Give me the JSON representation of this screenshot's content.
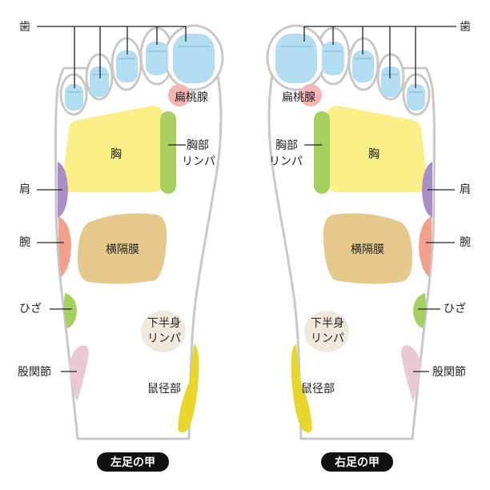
{
  "labels": {
    "teeth": "歯",
    "tonsil": "扁桃腺",
    "chest": "胸",
    "chest_lymph_1": "胸部",
    "chest_lymph_2": "リンパ",
    "shoulder": "肩",
    "diaphragm": "横隔膜",
    "arm": "腕",
    "knee": "ひざ",
    "lower_lymph_1": "下半身",
    "lower_lymph_2": "リンパ",
    "hip_joint": "股関節",
    "groin": "鼠径部"
  },
  "feet": {
    "left_title": "左足の甲",
    "right_title": "右足の甲"
  },
  "colors": {
    "teeth": "#b3def2",
    "tonsil": "#f5b5b5",
    "chest": "#fbef88",
    "chest_lymph": "#a6cf5e",
    "shoulder": "#a98dc6",
    "diaphragm": "#e5c98a",
    "arm": "#f2a08c",
    "knee": "#a6cf5e",
    "lower_lymph": "#efe9dd",
    "hip_joint": "#e9c9d4",
    "groin": "#e8d62c",
    "outline": "#c8c8c8",
    "title_bg": "#111111"
  }
}
